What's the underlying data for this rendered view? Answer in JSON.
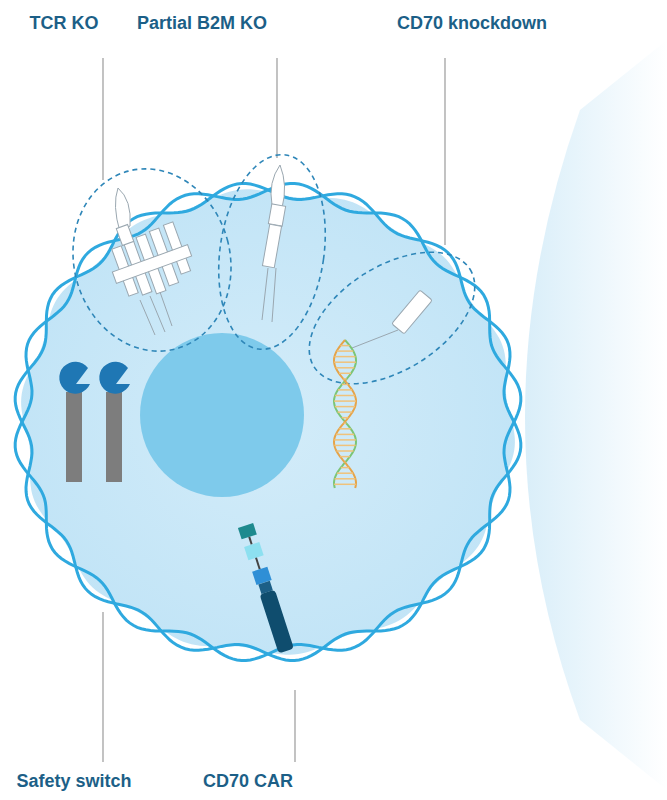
{
  "diagram": {
    "labels": [
      "TCR KO",
      "Partial B2M KO",
      "CD70 knockdown",
      "Safety switch",
      "CD70 CAR"
    ]
  }
}
